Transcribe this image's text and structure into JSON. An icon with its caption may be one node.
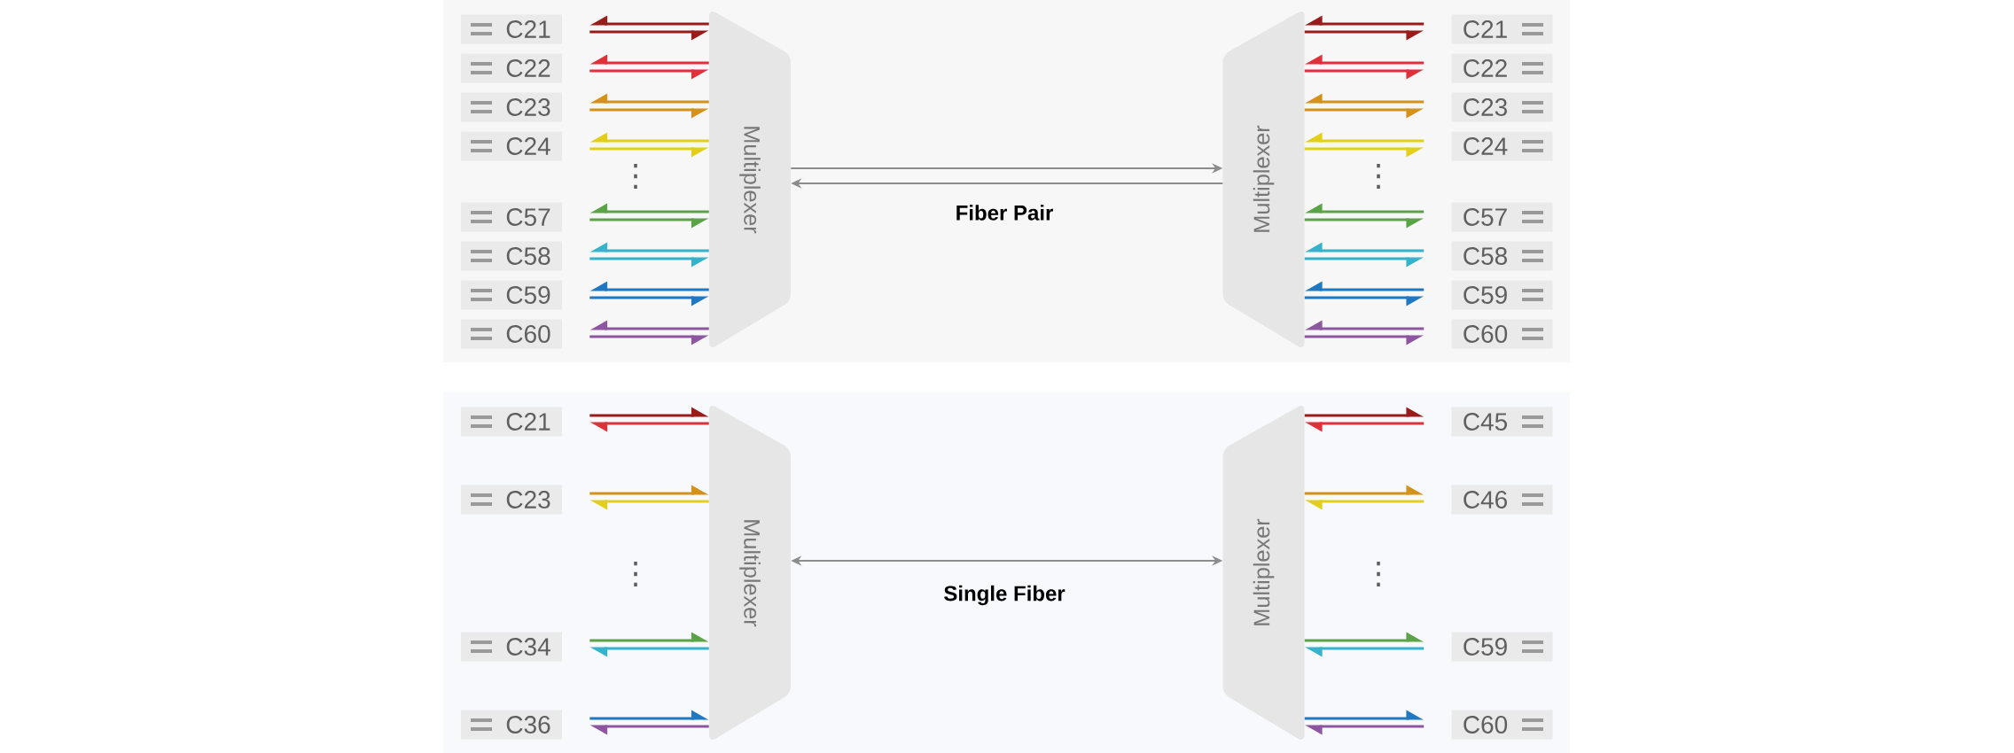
{
  "diagram": {
    "nodes": [
      {
        "text": [
          "C21"
        ]
      },
      {
        "text": [
          "C22"
        ]
      },
      {
        "text": [
          "C23"
        ]
      },
      {
        "text": [
          "C24"
        ]
      },
      {
        "text": [
          "C57"
        ]
      },
      {
        "text": [
          "C58"
        ]
      },
      {
        "text": [
          "C59"
        ]
      },
      {
        "text": [
          "C60"
        ]
      },
      {
        "text": [
          "Multiplexer"
        ]
      },
      {
        "text": [
          "Multiplexer"
        ]
      },
      {
        "text": [
          "C21"
        ]
      },
      {
        "text": [
          "C22"
        ]
      },
      {
        "text": [
          "C23"
        ]
      },
      {
        "text": [
          "C24"
        ]
      },
      {
        "text": [
          "C57"
        ]
      },
      {
        "text": [
          "C58"
        ]
      },
      {
        "text": [
          "C59"
        ]
      },
      {
        "text": [
          "C60"
        ]
      },
      {
        "text": [
          "C21"
        ]
      },
      {
        "text": [
          "C23"
        ]
      },
      {
        "text": [
          "C34"
        ]
      },
      {
        "text": [
          "C36"
        ]
      },
      {
        "text": [
          "Multiplexer"
        ]
      },
      {
        "text": [
          "Multiplexer"
        ]
      },
      {
        "text": [
          "C45"
        ]
      },
      {
        "text": [
          "C46"
        ]
      },
      {
        "text": [
          "C59"
        ]
      },
      {
        "text": [
          "C60"
        ]
      }
    ],
    "edges": [
      {
        "from": 8,
        "to": 0,
        "arrow": "to",
        "color": "#9b1b1b"
      },
      {
        "from": 0,
        "to": 8,
        "arrow": "to",
        "color": "#9b1b1b"
      },
      {
        "from": 10,
        "to": 9,
        "arrow": "to",
        "color": "#9b1b1b"
      },
      {
        "from": 9,
        "to": 10,
        "arrow": "to",
        "color": "#9b1b1b"
      },
      {
        "from": 8,
        "to": 1,
        "arrow": "to",
        "color": "#e0303a"
      },
      {
        "from": 1,
        "to": 8,
        "arrow": "to",
        "color": "#e0303a"
      },
      {
        "from": 11,
        "to": 9,
        "arrow": "to",
        "color": "#e0303a"
      },
      {
        "from": 9,
        "to": 11,
        "arrow": "to",
        "color": "#e0303a"
      },
      {
        "from": 8,
        "to": 2,
        "arrow": "to",
        "color": "#d4921a"
      },
      {
        "from": 2,
        "to": 8,
        "arrow": "to",
        "color": "#d4921a"
      },
      {
        "from": 12,
        "to": 9,
        "arrow": "to",
        "color": "#d4921a"
      },
      {
        "from": 9,
        "to": 12,
        "arrow": "to",
        "color": "#d4921a"
      },
      {
        "from": 8,
        "to": 3,
        "arrow": "to",
        "color": "#e3cf1a"
      },
      {
        "from": 3,
        "to": 8,
        "arrow": "to",
        "color": "#e3cf1a"
      },
      {
        "from": 13,
        "to": 9,
        "arrow": "to",
        "color": "#e3cf1a"
      },
      {
        "from": 9,
        "to": 13,
        "arrow": "to",
        "color": "#e3cf1a"
      },
      {
        "from": 8,
        "to": 4,
        "arrow": "to",
        "color": "#5aa346"
      },
      {
        "from": 4,
        "to": 8,
        "arrow": "to",
        "color": "#5aa346"
      },
      {
        "from": 14,
        "to": 9,
        "arrow": "to",
        "color": "#5aa346"
      },
      {
        "from": 9,
        "to": 14,
        "arrow": "to",
        "color": "#5aa346"
      },
      {
        "from": 8,
        "to": 5,
        "arrow": "to",
        "color": "#35b3cc"
      },
      {
        "from": 5,
        "to": 8,
        "arrow": "to",
        "color": "#35b3cc"
      },
      {
        "from": 15,
        "to": 9,
        "arrow": "to",
        "color": "#35b3cc"
      },
      {
        "from": 9,
        "to": 15,
        "arrow": "to",
        "color": "#35b3cc"
      },
      {
        "from": 8,
        "to": 6,
        "arrow": "to",
        "color": "#1f78c1"
      },
      {
        "from": 6,
        "to": 8,
        "arrow": "to",
        "color": "#1f78c1"
      },
      {
        "from": 16,
        "to": 9,
        "arrow": "to",
        "color": "#1f78c1"
      },
      {
        "from": 9,
        "to": 16,
        "arrow": "to",
        "color": "#1f78c1"
      },
      {
        "from": 8,
        "to": 7,
        "arrow": "to",
        "color": "#8e56a0"
      },
      {
        "from": 7,
        "to": 8,
        "arrow": "to",
        "color": "#8e56a0"
      },
      {
        "from": 17,
        "to": 9,
        "arrow": "to",
        "color": "#8e56a0"
      },
      {
        "from": 9,
        "to": 17,
        "arrow": "to",
        "color": "#8e56a0"
      },
      {
        "from": 8,
        "to": 9,
        "arrow": "to",
        "color": "#8c8c8c",
        "label": "Fiber Pair"
      },
      {
        "from": 9,
        "to": 8,
        "arrow": "to",
        "color": "#8c8c8c"
      },
      {
        "from": 18,
        "to": 22,
        "arrow": "to",
        "color": "#9b1b1b"
      },
      {
        "from": 22,
        "to": 18,
        "arrow": "to",
        "color": "#e0303a"
      },
      {
        "from": 23,
        "to": 24,
        "arrow": "to",
        "color": "#9b1b1b"
      },
      {
        "from": 24,
        "to": 23,
        "arrow": "to",
        "color": "#e0303a"
      },
      {
        "from": 19,
        "to": 22,
        "arrow": "to",
        "color": "#d4921a"
      },
      {
        "from": 22,
        "to": 19,
        "arrow": "to",
        "color": "#e3cf1a"
      },
      {
        "from": 23,
        "to": 25,
        "arrow": "to",
        "color": "#d4921a"
      },
      {
        "from": 25,
        "to": 23,
        "arrow": "to",
        "color": "#e3cf1a"
      },
      {
        "from": 20,
        "to": 22,
        "arrow": "to",
        "color": "#5aa346"
      },
      {
        "from": 22,
        "to": 20,
        "arrow": "to",
        "color": "#35b3cc"
      },
      {
        "from": 23,
        "to": 26,
        "arrow": "to",
        "color": "#5aa346"
      },
      {
        "from": 26,
        "to": 23,
        "arrow": "to",
        "color": "#35b3cc"
      },
      {
        "from": 21,
        "to": 22,
        "arrow": "to",
        "color": "#1f78c1"
      },
      {
        "from": 22,
        "to": 21,
        "arrow": "to",
        "color": "#8e56a0"
      },
      {
        "from": 23,
        "to": 27,
        "arrow": "to",
        "color": "#1f78c1"
      },
      {
        "from": 27,
        "to": 23,
        "arrow": "to",
        "color": "#8e56a0"
      },
      {
        "from": 22,
        "to": 23,
        "arrow": "both",
        "color": "#8c8c8c",
        "label": "Single Fiber"
      }
    ],
    "labels": [
      "⋮",
      "⋮",
      "⋮",
      "⋮"
    ]
  }
}
